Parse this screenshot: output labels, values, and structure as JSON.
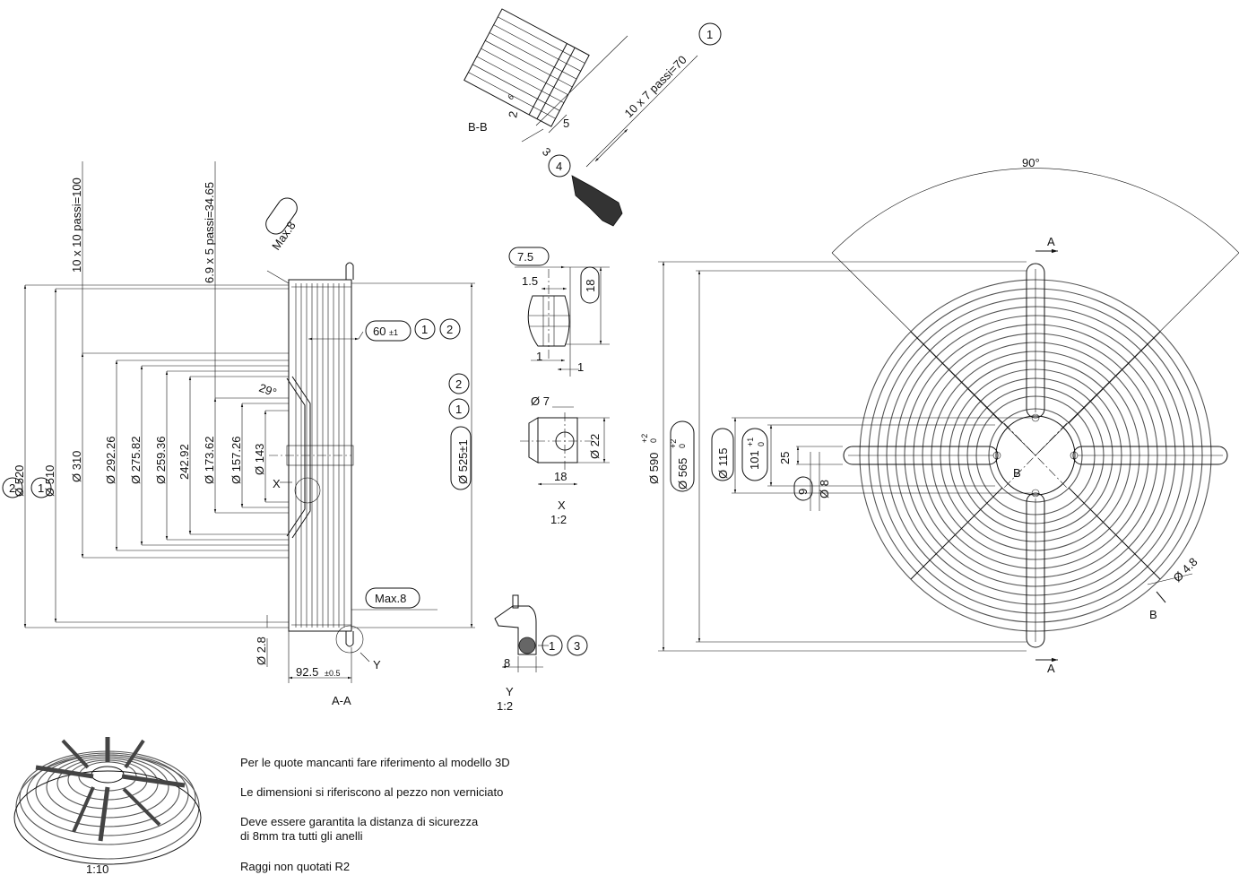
{
  "views": {
    "section_aa": "A-A",
    "section_bb": "B-B",
    "detail_x_label": "X",
    "detail_x_scale": "1:2",
    "detail_y_label": "Y",
    "detail_y_scale": "1:2",
    "iso_scale": "1:10",
    "label_a": "A",
    "label_b": "B",
    "label_x": "X",
    "label_y": "Y"
  },
  "dims_aa": {
    "d520": "Ø 520",
    "d510": "Ø 510",
    "d310": "Ø 310",
    "d292": "Ø 292.26",
    "d275": "Ø 275.82",
    "d259": "Ø 259.36",
    "d242": "242.92",
    "d173": "Ø 173.62",
    "d157": "Ø 157.26",
    "d143": "Ø 143",
    "d525": "Ø 525±1",
    "pitch10": "10 x 10 passi=100",
    "pitch69": "6.9 x 5 passi=34.65",
    "max8_top": "Max.8",
    "max8_bot": "Max.8",
    "d60": "60",
    "d60_tol": "±1",
    "angle29": "29°",
    "d28": "Ø 2.8",
    "d925": "92.5",
    "d925_tol": "±0.5"
  },
  "dims_bb": {
    "pitch7": "10 x 7 passi=70",
    "d5": "5",
    "d3": "3",
    "d2": "2",
    "d6": "6"
  },
  "dims_x": {
    "d75": "7.5",
    "d15": "1.5",
    "d18v": "18",
    "d1a": "1",
    "d1b": "1",
    "d7": "Ø 7",
    "d22": "Ø 22",
    "d18h": "18"
  },
  "dims_y": {
    "d8": "8"
  },
  "dims_front": {
    "angle90": "90°",
    "d590": "Ø 590",
    "d590_tol_up": "+2",
    "d590_tol_dn": "0",
    "d565": "Ø 565",
    "d565_tol_up": "+2",
    "d565_tol_dn": "0",
    "d115": "Ø 115",
    "d101": "101",
    "d101_tol_up": "+1",
    "d101_tol_dn": "0",
    "d25": "25",
    "d9": "9",
    "d8": "Ø 8",
    "d48": "Ø 4.8"
  },
  "balloons": [
    "1",
    "2",
    "3",
    "4"
  ],
  "notes": [
    "Per le quote mancanti fare riferimento al modello 3D",
    "Le dimensioni si riferiscono al pezzo non verniciato",
    "Deve essere garantita la distanza di sicurezza\ndi 8mm tra tutti gli anelli",
    "Raggi non quotati R2"
  ]
}
